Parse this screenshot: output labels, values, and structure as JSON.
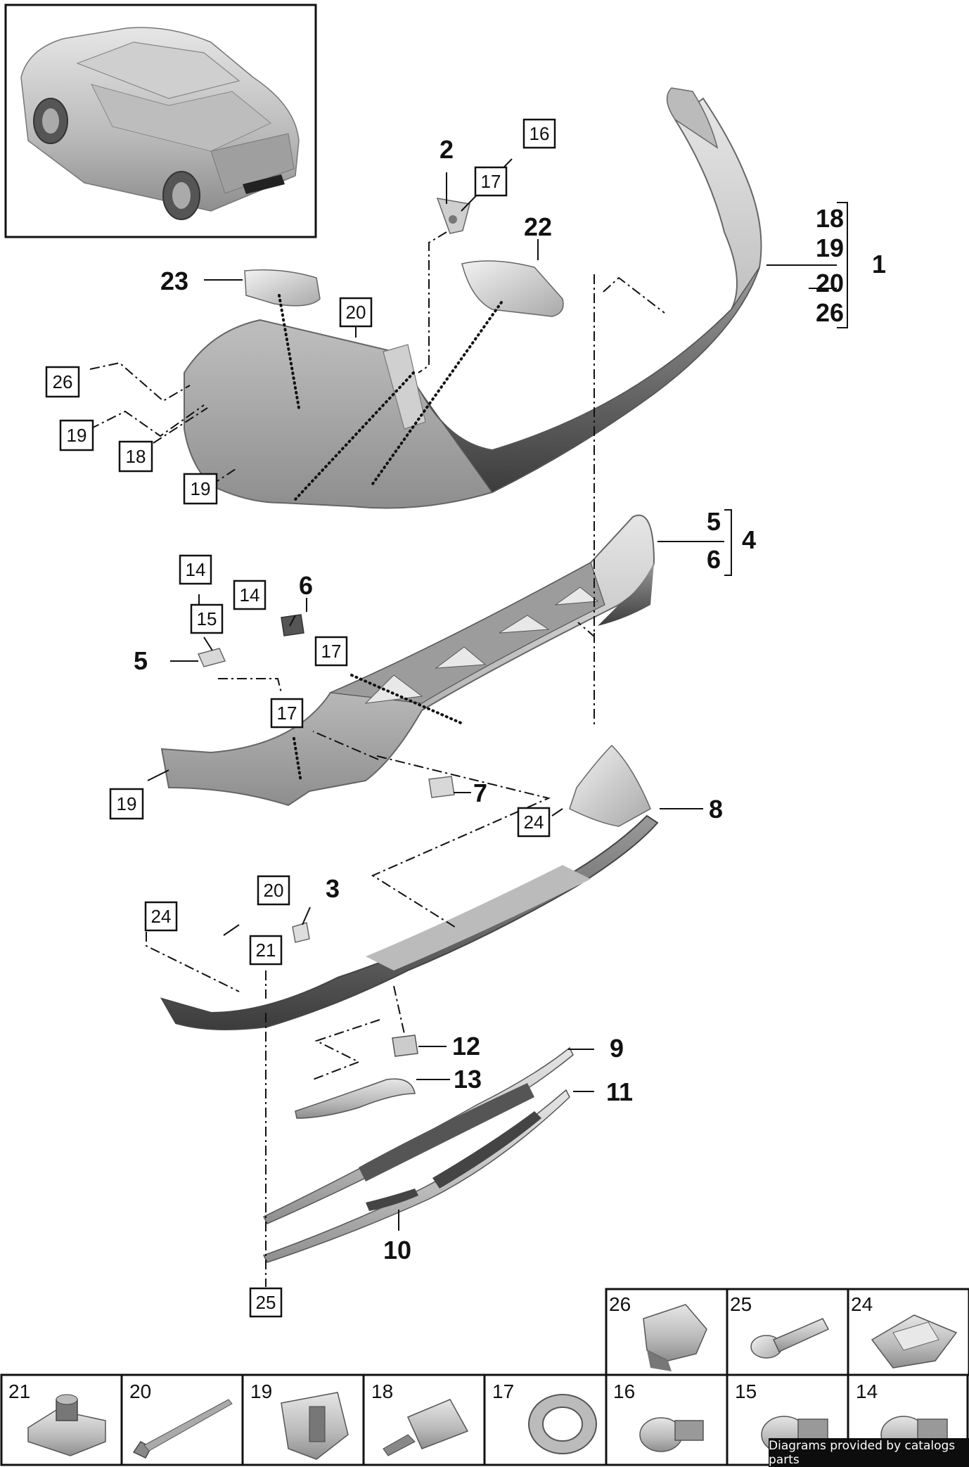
{
  "callouts": {
    "c1": "1",
    "c2": "2",
    "c3": "3",
    "c4": "4",
    "c5a": "5",
    "c5b": "5",
    "c6a": "6",
    "c6b": "6",
    "c7": "7",
    "c8": "8",
    "c9": "9",
    "c10": "10",
    "c11": "11",
    "c12": "12",
    "c13": "13",
    "c18": "18",
    "c19": "19",
    "c20": "20",
    "c26": "26",
    "c22": "22",
    "c23": "23"
  },
  "boxes": {
    "b16": "16",
    "b17a": "17",
    "b20": "20",
    "b26": "26",
    "b19a": "19",
    "b18": "18",
    "b19b": "19",
    "b14a": "14",
    "b15": "15",
    "b14b": "14",
    "b17b": "17",
    "b17c": "17",
    "b19c": "19",
    "b24a": "24",
    "b20b": "20",
    "b24b": "24",
    "b21": "21",
    "b25": "25"
  },
  "tiles": [
    {
      "num": "26",
      "icon": "clip-26-icon"
    },
    {
      "num": "25",
      "icon": "screw-25-icon"
    },
    {
      "num": "24",
      "icon": "clip-24-icon"
    },
    {
      "num": "21",
      "icon": "nut-21-icon"
    },
    {
      "num": "20",
      "icon": "rivet-20-icon"
    },
    {
      "num": "19",
      "icon": "bracket-19-icon"
    },
    {
      "num": "18",
      "icon": "expanding-rivet-18-icon"
    },
    {
      "num": "17",
      "icon": "ring-17-icon"
    },
    {
      "num": "16",
      "icon": "sensor-16-icon"
    },
    {
      "num": "15",
      "icon": "sensor-15-icon"
    },
    {
      "num": "14",
      "icon": "sensor-14-icon"
    }
  ],
  "credit": "Diagrams provided by catalogs parts"
}
